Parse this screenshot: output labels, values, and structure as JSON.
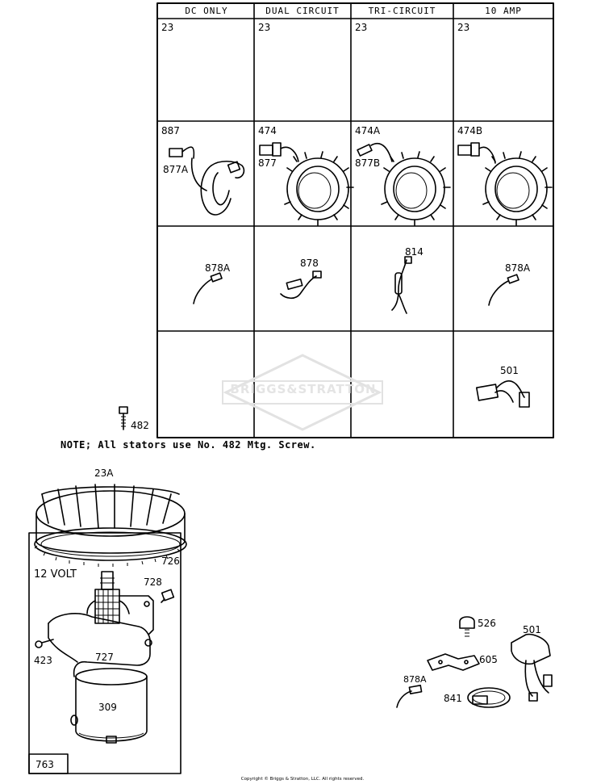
{
  "table": {
    "headers": [
      "DC ONLY",
      "DUAL CIRCUIT",
      "TRI-CIRCUIT",
      "10 AMP"
    ],
    "row1": [
      "23",
      "23",
      "23",
      "23"
    ],
    "row2_top": [
      "887",
      "474",
      "474A",
      "474B"
    ],
    "row2_side": [
      "877A",
      "877",
      "877B"
    ],
    "row3": [
      "878A",
      "878",
      "814",
      "878A"
    ],
    "row4": [
      "501"
    ]
  },
  "screw_label": "482",
  "note": "NOTE; All stators use No. 482 Mtg. Screw.",
  "watermark": "BRIGGS&STRATTON",
  "lower_left": {
    "flywheel": "23A",
    "ring_gear": "726",
    "voltage": "12 VOLT",
    "screw_728": "728",
    "bolt_423": "423",
    "bracket_727": "727",
    "motor_309": "309",
    "kit_763": "763"
  },
  "lower_right": {
    "cap_526": "526",
    "module_501": "501",
    "clip_605": "605",
    "lead_878A": "878A",
    "clamp_841": "841"
  },
  "copyright": "Copyright © Briggs & Stratton, LLC. All rights reserved."
}
